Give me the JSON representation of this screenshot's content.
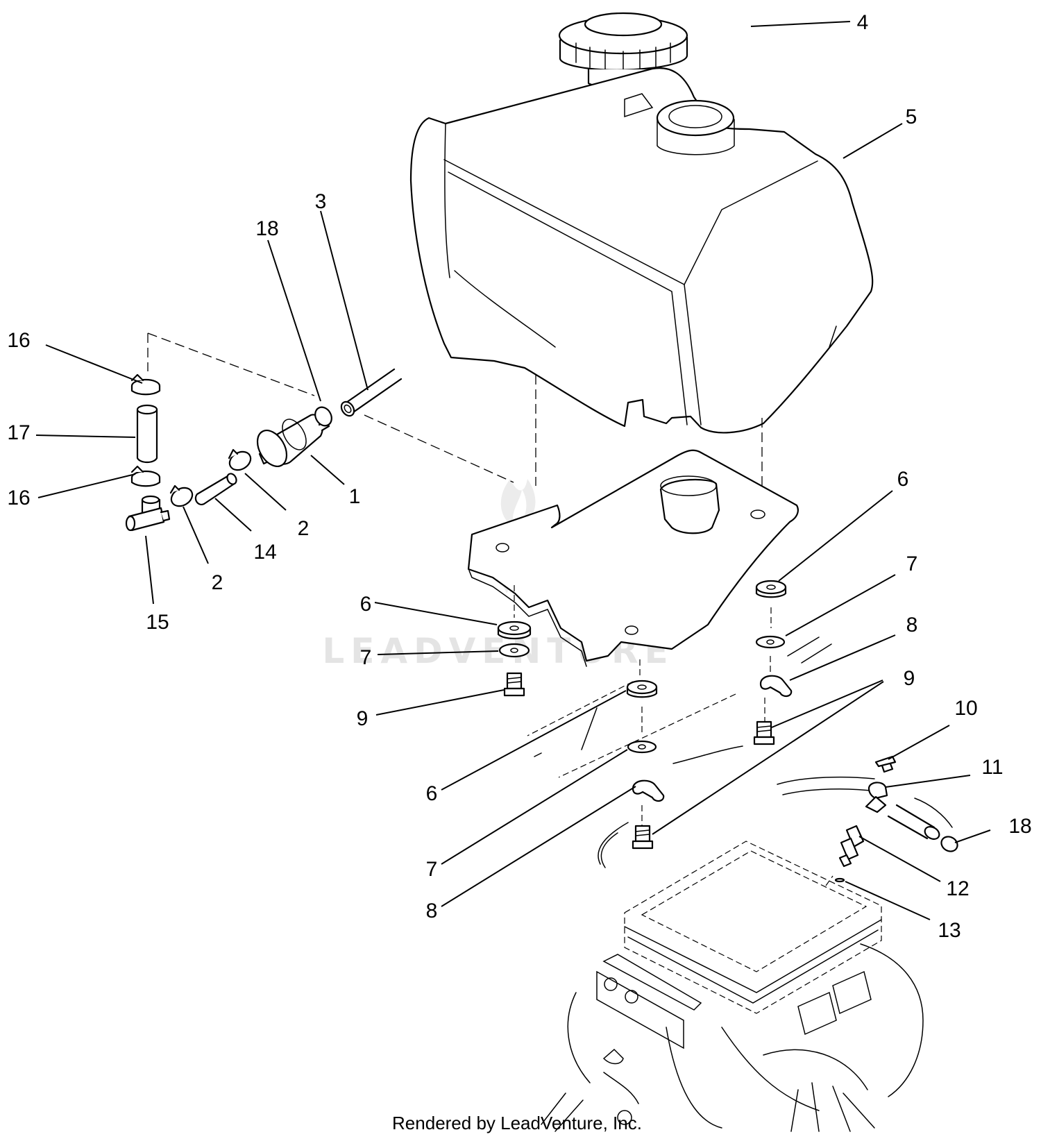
{
  "watermark": "LEADVENTURE",
  "credit": "Rendered by LeadVenture, Inc.",
  "callouts": [
    {
      "id": "c4",
      "label": "4"
    },
    {
      "id": "c5",
      "label": "5"
    },
    {
      "id": "c3",
      "label": "3"
    },
    {
      "id": "c18a",
      "label": "18"
    },
    {
      "id": "c16a",
      "label": "16"
    },
    {
      "id": "c17",
      "label": "17"
    },
    {
      "id": "c16b",
      "label": "16"
    },
    {
      "id": "c1",
      "label": "1"
    },
    {
      "id": "c2a",
      "label": "2"
    },
    {
      "id": "c14",
      "label": "14"
    },
    {
      "id": "c2b",
      "label": "2"
    },
    {
      "id": "c15",
      "label": "15"
    },
    {
      "id": "c6a",
      "label": "6"
    },
    {
      "id": "c7a",
      "label": "7"
    },
    {
      "id": "c8a",
      "label": "8"
    },
    {
      "id": "c9a",
      "label": "9"
    },
    {
      "id": "c6b",
      "label": "6"
    },
    {
      "id": "c7b",
      "label": "7"
    },
    {
      "id": "c9b",
      "label": "9"
    },
    {
      "id": "c10",
      "label": "10"
    },
    {
      "id": "c11",
      "label": "11"
    },
    {
      "id": "c18b",
      "label": "18"
    },
    {
      "id": "c6c",
      "label": "6"
    },
    {
      "id": "c7c",
      "label": "7"
    },
    {
      "id": "c8b",
      "label": "8"
    },
    {
      "id": "c12",
      "label": "12"
    },
    {
      "id": "c13",
      "label": "13"
    }
  ]
}
